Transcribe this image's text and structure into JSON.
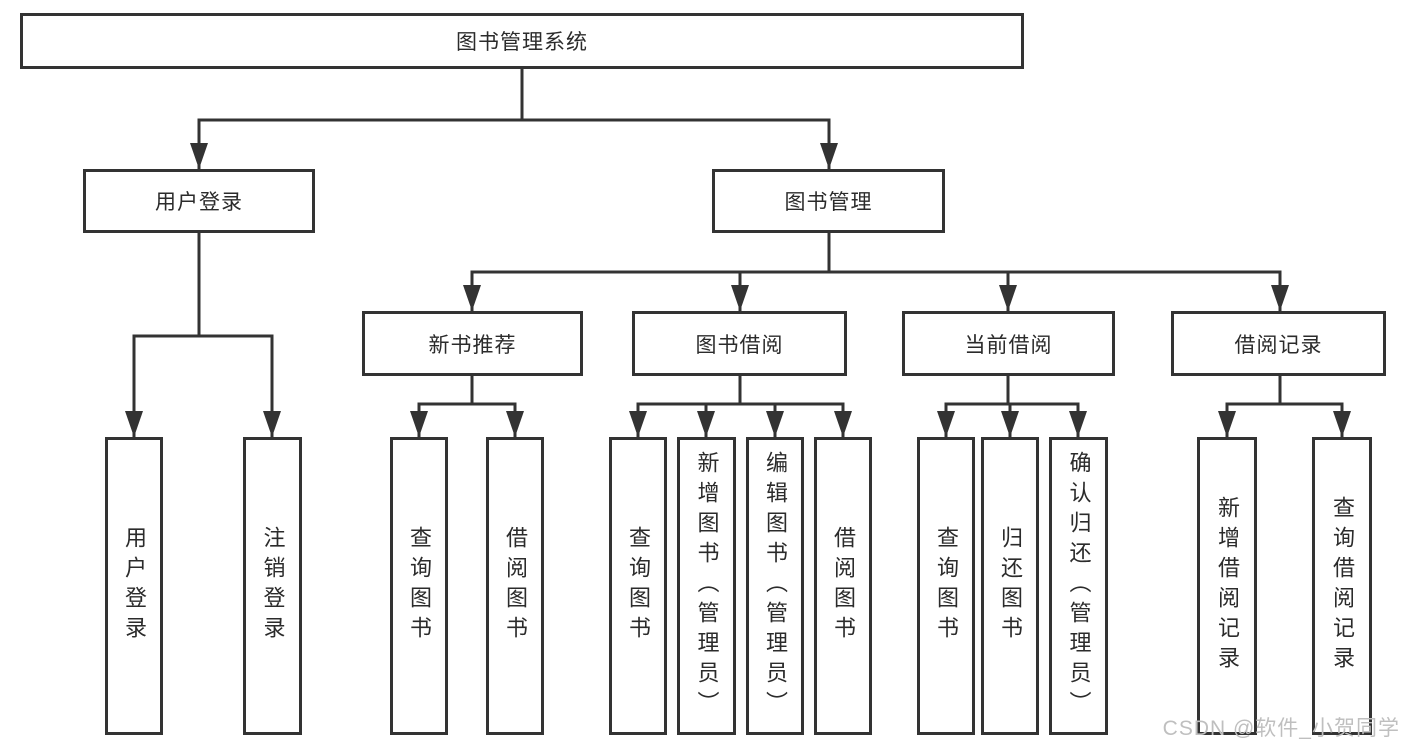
{
  "diagram": {
    "root": {
      "label": "图书管理系统"
    },
    "branches": [
      {
        "label": "用户登录",
        "children": [
          {
            "label": "用户登录"
          },
          {
            "label": "注销登录"
          }
        ]
      },
      {
        "label": "图书管理",
        "sections": [
          {
            "label": "新书推荐",
            "children": [
              {
                "label": "查询图书"
              },
              {
                "label": "借阅图书"
              }
            ]
          },
          {
            "label": "图书借阅",
            "children": [
              {
                "label": "查询图书"
              },
              {
                "label": "新增图书（管理员）"
              },
              {
                "label": "编辑图书（管理员）"
              },
              {
                "label": "借阅图书"
              }
            ]
          },
          {
            "label": "当前借阅",
            "children": [
              {
                "label": "查询图书"
              },
              {
                "label": "归还图书"
              },
              {
                "label": "确认归还（管理员）"
              }
            ]
          },
          {
            "label": "借阅记录",
            "children": [
              {
                "label": "新增借阅记录"
              },
              {
                "label": "查询借阅记录"
              }
            ]
          }
        ]
      }
    ]
  },
  "watermark": "CSDN @软件_小贺同学",
  "colors": {
    "line": "#333333",
    "box_border": "#333333",
    "text": "#2b2b2b",
    "watermark": "#bfbfbf",
    "background": "#ffffff"
  }
}
